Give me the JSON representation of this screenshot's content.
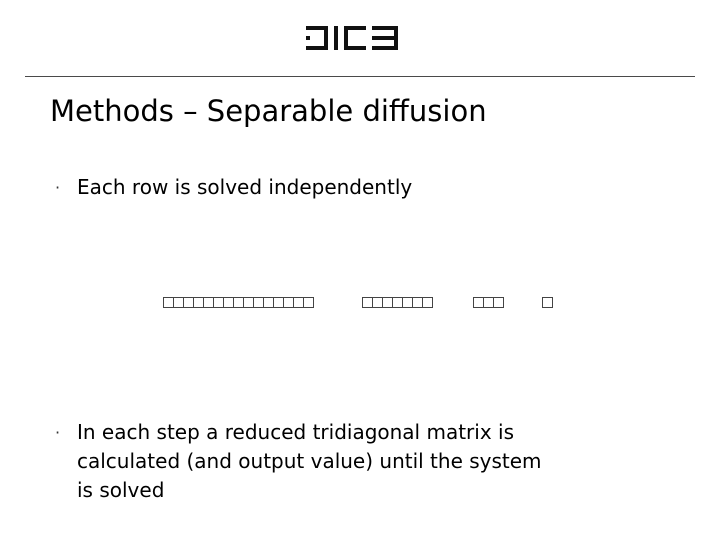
{
  "logo": {
    "name": "dice-logo"
  },
  "slide": {
    "title": "Methods – Separable diffusion",
    "bullets": [
      "Each row is solved independently",
      "In each step a reduced tridiagonal matrix is\ncalculated (and output value) until the system\nis solved"
    ]
  },
  "diagram": {
    "row_cell_counts": [
      15,
      7,
      3,
      1
    ]
  }
}
